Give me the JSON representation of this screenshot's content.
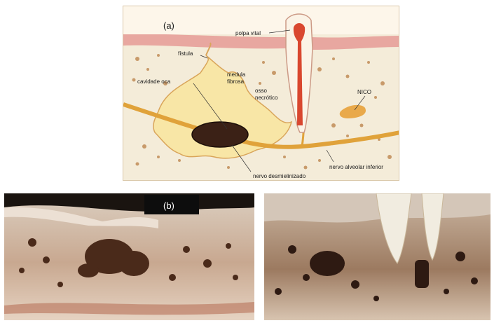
{
  "figure": {
    "panel_a": {
      "tag": "(a)",
      "labels": {
        "polpa_vital": "polpa vital",
        "fistula": "fístula",
        "medula_fibrosa_1": "medula",
        "medula_fibrosa_2": "fibrosa",
        "cavidade_oca": "cavidade oca",
        "osso_necrotico_1": "osso",
        "osso_necrotico_2": "necrótico",
        "nico": "NICO",
        "nervo_alveolar": "nervo alveolar inferior",
        "nervo_desmielinizado": "nervo desmielinizado"
      }
    },
    "panel_b": {
      "tag": "(b)"
    },
    "colors": {
      "gum": "#e8a7a0",
      "bone": "#f4ecd9",
      "marrow": "#f8e6a6",
      "nerve": "#e0a23a",
      "pulp": "#d9472f",
      "tooth": "#fbf3e6"
    }
  }
}
